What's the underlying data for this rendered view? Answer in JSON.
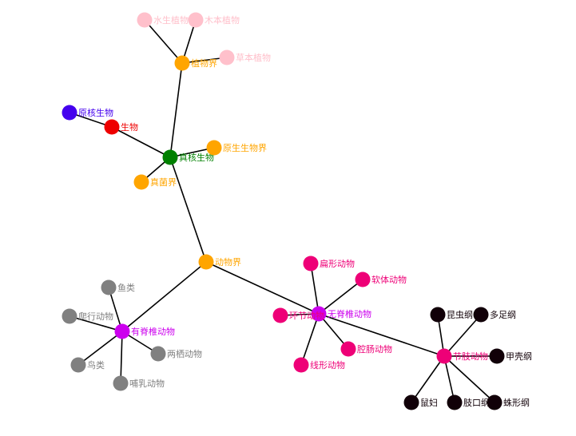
{
  "colors": {
    "edge": "#000000",
    "background": "#ffffff"
  },
  "nodes": [
    {
      "id": "shengwu",
      "label": "生物",
      "color": "#ee0000"
    },
    {
      "id": "yuanhe",
      "label": "原核生物",
      "color": "#4400ee"
    },
    {
      "id": "zhenhe",
      "label": "真核生物",
      "color": "#008000"
    },
    {
      "id": "zhiwujie",
      "label": "植物界",
      "color": "#ffa500"
    },
    {
      "id": "shuisheng",
      "label": "水生植物",
      "color": "#ffc0cb"
    },
    {
      "id": "muben",
      "label": "木本植物",
      "color": "#ffc0cb"
    },
    {
      "id": "caoben",
      "label": "草本植物",
      "color": "#ffc0cb"
    },
    {
      "id": "yuansheng",
      "label": "原生生物界",
      "color": "#ffa500"
    },
    {
      "id": "zhenjun",
      "label": "真菌界",
      "color": "#ffa500"
    },
    {
      "id": "dongwujie",
      "label": "动物界",
      "color": "#ffa500"
    },
    {
      "id": "youjizhui",
      "label": "有脊椎动物",
      "color": "#cc00ee"
    },
    {
      "id": "yulei",
      "label": "鱼类",
      "color": "#808080"
    },
    {
      "id": "paxing",
      "label": "爬行动物",
      "color": "#808080"
    },
    {
      "id": "niaolei",
      "label": "鸟类",
      "color": "#808080"
    },
    {
      "id": "burou",
      "label": "哺乳动物",
      "color": "#808080"
    },
    {
      "id": "liangqi",
      "label": "两栖动物",
      "color": "#808080"
    },
    {
      "id": "wujizhui",
      "label": "无脊椎动物",
      "color": "#cc00ee"
    },
    {
      "id": "bianxing",
      "label": "扁形动物",
      "color": "#ee0077"
    },
    {
      "id": "ruanti",
      "label": "软体动物",
      "color": "#ee0077"
    },
    {
      "id": "huanjie",
      "label": "环节动物",
      "color": "#ee0077"
    },
    {
      "id": "qiangchang",
      "label": "腔肠动物",
      "color": "#ee0077"
    },
    {
      "id": "xianxing",
      "label": "线形动物",
      "color": "#ee0077"
    },
    {
      "id": "jiezhi",
      "label": "节肢动物",
      "color": "#ee0077"
    },
    {
      "id": "kunchong",
      "label": "昆虫纲",
      "color": "#110008"
    },
    {
      "id": "duozu",
      "label": "多足纲",
      "color": "#110008"
    },
    {
      "id": "jiaqiao",
      "label": "甲壳纲",
      "color": "#110008"
    },
    {
      "id": "shufu",
      "label": "鼠妇",
      "color": "#110008"
    },
    {
      "id": "zhikou",
      "label": "肢口纲",
      "color": "#110008"
    },
    {
      "id": "zhuxing",
      "label": "蛛形纲",
      "color": "#110008"
    }
  ],
  "edges": [
    [
      "yuanhe",
      "shengwu"
    ],
    [
      "shengwu",
      "zhenhe"
    ],
    [
      "zhenhe",
      "zhiwujie"
    ],
    [
      "zhiwujie",
      "shuisheng"
    ],
    [
      "zhiwujie",
      "muben"
    ],
    [
      "zhiwujie",
      "caoben"
    ],
    [
      "zhenhe",
      "yuansheng"
    ],
    [
      "zhenhe",
      "zhenjun"
    ],
    [
      "zhenhe",
      "dongwujie"
    ],
    [
      "dongwujie",
      "youjizhui"
    ],
    [
      "dongwujie",
      "wujizhui"
    ],
    [
      "youjizhui",
      "yulei"
    ],
    [
      "youjizhui",
      "paxing"
    ],
    [
      "youjizhui",
      "niaolei"
    ],
    [
      "youjizhui",
      "burou"
    ],
    [
      "youjizhui",
      "liangqi"
    ],
    [
      "wujizhui",
      "bianxing"
    ],
    [
      "wujizhui",
      "ruanti"
    ],
    [
      "wujizhui",
      "huanjie"
    ],
    [
      "wujizhui",
      "qiangchang"
    ],
    [
      "wujizhui",
      "xianxing"
    ],
    [
      "wujizhui",
      "jiezhi"
    ],
    [
      "jiezhi",
      "kunchong"
    ],
    [
      "jiezhi",
      "duozu"
    ],
    [
      "jiezhi",
      "jiaqiao"
    ],
    [
      "jiezhi",
      "shufu"
    ],
    [
      "jiezhi",
      "zhikou"
    ],
    [
      "jiezhi",
      "zhuxing"
    ]
  ]
}
